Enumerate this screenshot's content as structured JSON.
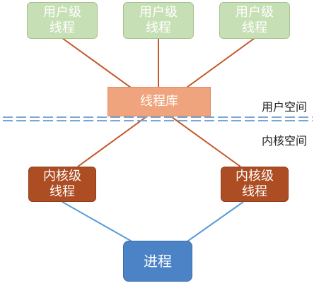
{
  "diagram": {
    "user_threads": [
      {
        "label": "用户级\n线程"
      },
      {
        "label": "用户级\n线程"
      },
      {
        "label": "用户级\n线程"
      }
    ],
    "thread_library": {
      "label": "线程库"
    },
    "user_space_label": "用户空间",
    "kernel_space_label": "内核空间",
    "kernel_threads": [
      {
        "label": "内核级\n线程"
      },
      {
        "label": "内核级\n线程"
      }
    ],
    "process": {
      "label": "进程"
    },
    "colors": {
      "user_thread_fill": "#c7dfb4",
      "thread_library_fill": "#efa47d",
      "kernel_thread_fill": "#ad4d23",
      "process_fill": "#4c83c7",
      "thread_link": "#c4572a",
      "process_link": "#5b9bd5",
      "separator": "#7aa6d6"
    }
  }
}
